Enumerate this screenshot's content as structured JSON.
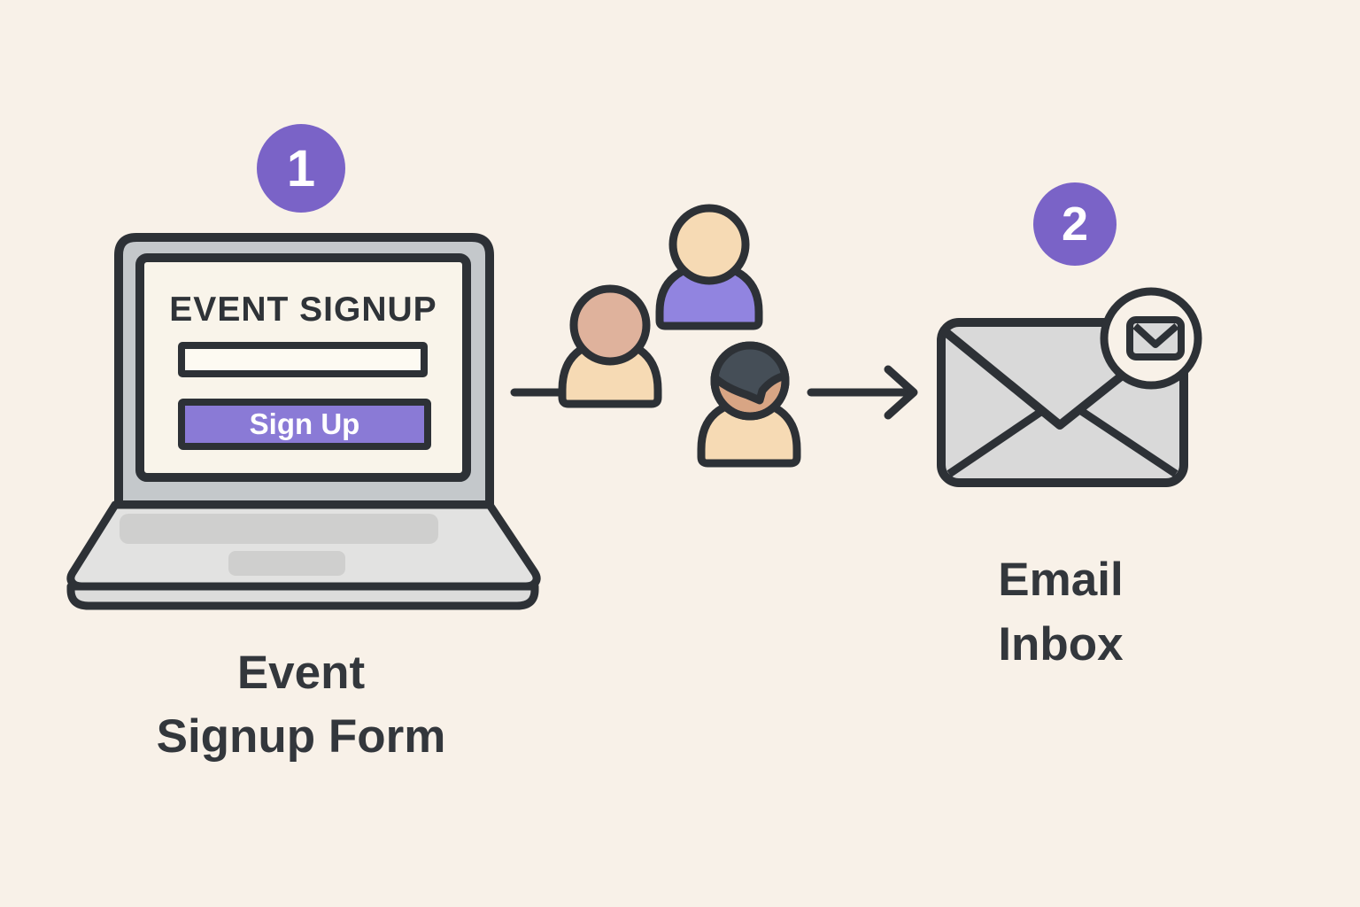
{
  "diagram": {
    "title": "Event signup flow illustration",
    "step1": {
      "number": "1"
    },
    "step2": {
      "number": "2"
    },
    "laptop": {
      "screen_title": "EVENT SIGNUP",
      "input_value": "",
      "button_label": "Sign Up"
    },
    "caption_left": {
      "line1": "Event",
      "line2": "Signup Form"
    },
    "caption_right": {
      "line1": "Email",
      "line2": "Inbox"
    },
    "icons": {
      "laptop": "laptop-icon",
      "people": "people-group-icon",
      "arrow": "right-arrow-icon",
      "envelope": "envelope-icon",
      "mail_badge": "mail-badge-icon"
    }
  },
  "colors": {
    "background": "#F8F1E8",
    "outline": "#2D3136",
    "purple_badge": "#7A63C7",
    "purple_button": "#8A7AD6",
    "purple_shirt": "#9184E0",
    "skin_light": "#F6DAB4",
    "skin_medium": "#DFB29C",
    "skin_tan": "#D8A584",
    "hair_dark": "#454E57",
    "laptop_lid": "#C4C8CB",
    "laptop_screen": "#F9F4EA",
    "laptop_base": "#E2E2E1",
    "laptop_base_lip": "#DCDCDB",
    "laptop_key_area": "#CFCFCE",
    "input_fill": "#FDFAF2",
    "envelope_gray": "#D9D9D9",
    "badge_circle_fill": "#F8F1E8"
  }
}
